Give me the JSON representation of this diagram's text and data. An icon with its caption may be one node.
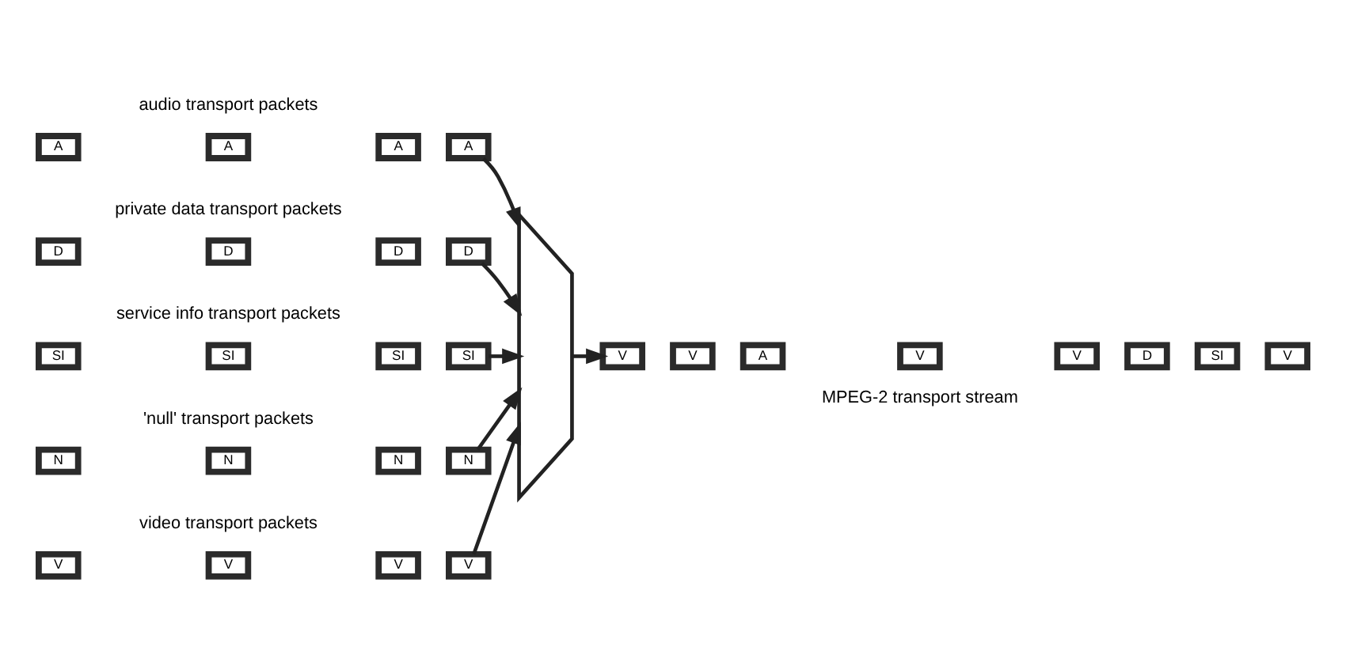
{
  "diagram": {
    "nodes": [
      {
        "text": [
          "V"
        ]
      },
      {
        "text": [
          "V"
        ]
      },
      {
        "text": [
          "V"
        ]
      },
      {
        "text": [
          "V"
        ]
      },
      {
        "text": [
          "A"
        ]
      },
      {
        "text": [
          "A"
        ]
      },
      {
        "text": [
          "A"
        ]
      },
      {
        "text": [
          "A"
        ]
      },
      {
        "text": [
          "D"
        ]
      },
      {
        "text": [
          "D"
        ]
      },
      {
        "text": [
          "D"
        ]
      },
      {
        "text": [
          "D"
        ]
      },
      {
        "text": [
          "SI"
        ]
      },
      {
        "text": [
          "SI"
        ]
      },
      {
        "text": [
          "SI"
        ]
      },
      {
        "text": [
          "SI"
        ]
      },
      {
        "text": [
          "N"
        ]
      },
      {
        "text": [
          "N"
        ]
      },
      {
        "text": [
          "N"
        ]
      },
      {
        "text": [
          "N"
        ]
      },
      {
        "text": [],
        "shape": "funnel"
      },
      {
        "text": [
          "V"
        ]
      },
      {
        "text": [
          "V"
        ]
      },
      {
        "text": [
          "A"
        ]
      },
      {
        "text": [
          "V"
        ]
      },
      {
        "text": [
          "V"
        ]
      },
      {
        "text": [
          "D"
        ]
      },
      {
        "text": [
          "SI"
        ]
      },
      {
        "text": [
          "V"
        ]
      }
    ],
    "edges": [
      {
        "from": 3,
        "to": 20,
        "arrow": "to"
      },
      {
        "from": 7,
        "to": 20,
        "arrow": "to"
      },
      {
        "from": 11,
        "to": 20,
        "arrow": "to"
      },
      {
        "from": 15,
        "to": 20,
        "arrow": "to"
      },
      {
        "from": 19,
        "to": 20,
        "arrow": "to"
      },
      {
        "from": 20,
        "to": 21,
        "arrow": "to"
      }
    ],
    "labels": [
      "video transport packets",
      "audio transport packets",
      "private data transport packets",
      "service info transport packets",
      "'null' transport packets",
      "MPEG-2 transport stream"
    ]
  }
}
